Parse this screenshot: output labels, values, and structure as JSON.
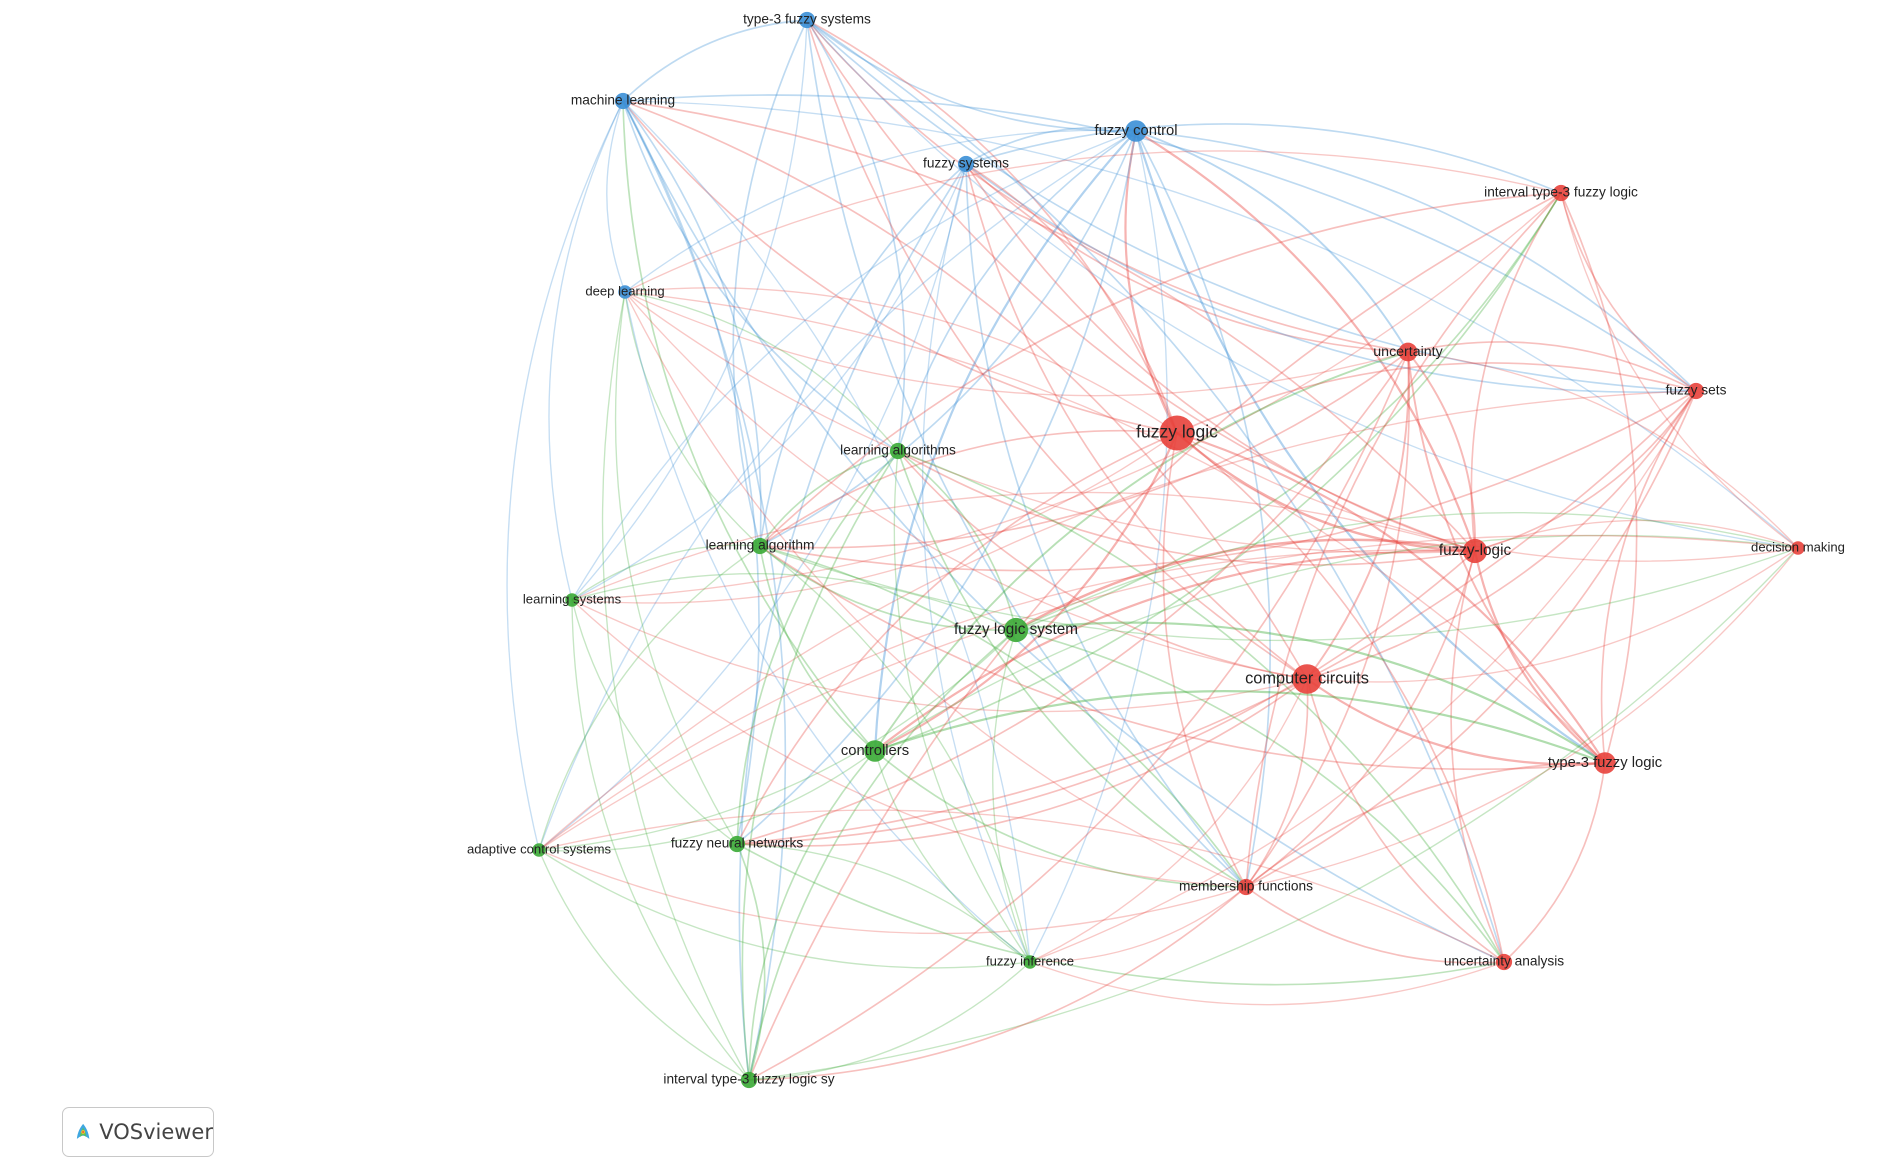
{
  "diagram": {
    "clusters": {
      "red": "#e8413b",
      "green": "#3aaa35",
      "blue": "#3b8fd6"
    },
    "nodes": [
      {
        "id": "type3-fuzzy-systems",
        "label": "type-3 fuzzy systems",
        "cluster": "blue",
        "weight": 3
      },
      {
        "id": "machine-learning",
        "label": "machine learning",
        "cluster": "blue",
        "weight": 3
      },
      {
        "id": "fuzzy-control",
        "label": "fuzzy control",
        "cluster": "blue",
        "weight": 5
      },
      {
        "id": "fuzzy-systems",
        "label": "fuzzy systems",
        "cluster": "blue",
        "weight": 3
      },
      {
        "id": "deep-learning",
        "label": "deep learning",
        "cluster": "blue",
        "weight": 2
      },
      {
        "id": "interval-type3-fuzzy-logic",
        "label": "interval type-3 fuzzy logic",
        "cluster": "red",
        "weight": 3
      },
      {
        "id": "uncertainty",
        "label": "uncertainty",
        "cluster": "red",
        "weight": 4
      },
      {
        "id": "fuzzy-sets",
        "label": "fuzzy sets",
        "cluster": "red",
        "weight": 3
      },
      {
        "id": "fuzzy-logic",
        "label": "fuzzy logic",
        "cluster": "red",
        "weight": 10
      },
      {
        "id": "learning-algorithms",
        "label": "learning algorithms",
        "cluster": "green",
        "weight": 3
      },
      {
        "id": "fuzzy-hyphen-logic",
        "label": "fuzzy-logic",
        "cluster": "red",
        "weight": 6
      },
      {
        "id": "decision-making",
        "label": "decision making",
        "cluster": "red",
        "weight": 2
      },
      {
        "id": "learning-algorithm",
        "label": "learning algorithm",
        "cluster": "green",
        "weight": 3
      },
      {
        "id": "learning-systems",
        "label": "learning systems",
        "cluster": "green",
        "weight": 2
      },
      {
        "id": "fuzzy-logic-system",
        "label": "fuzzy logic system",
        "cluster": "green",
        "weight": 6
      },
      {
        "id": "computer-circuits",
        "label": "computer circuits",
        "cluster": "red",
        "weight": 8
      },
      {
        "id": "controllers",
        "label": "controllers",
        "cluster": "green",
        "weight": 5
      },
      {
        "id": "type3-fuzzy-logic",
        "label": "type-3 fuzzy logic",
        "cluster": "red",
        "weight": 5
      },
      {
        "id": "adaptive-control-systems",
        "label": "adaptive control systems",
        "cluster": "green",
        "weight": 2
      },
      {
        "id": "fuzzy-neural-networks",
        "label": "fuzzy neural networks",
        "cluster": "green",
        "weight": 3
      },
      {
        "id": "membership-functions",
        "label": "membership functions",
        "cluster": "red",
        "weight": 3
      },
      {
        "id": "fuzzy-inference",
        "label": "fuzzy inference",
        "cluster": "green",
        "weight": 2
      },
      {
        "id": "uncertainty-analysis",
        "label": "uncertainty analysis",
        "cluster": "red",
        "weight": 3
      },
      {
        "id": "interval-type3-fuzzy-logic-sy",
        "label": "interval type-3 fuzzy logic sy",
        "cluster": "green",
        "weight": 3
      }
    ]
  },
  "brand": {
    "name": "VOSviewer",
    "logo_icon": "vosviewer-logo-icon"
  }
}
